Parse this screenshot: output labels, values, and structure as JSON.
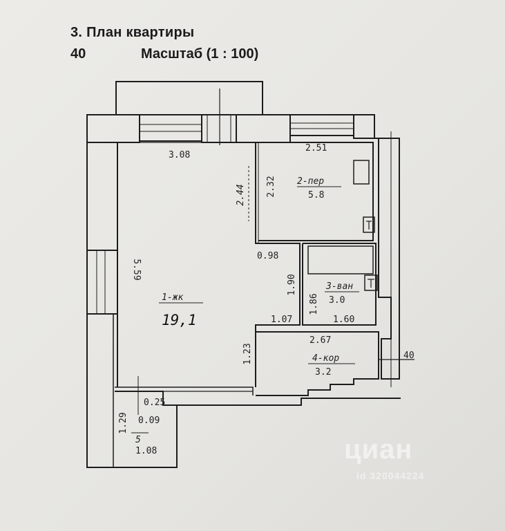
{
  "header": {
    "title": "3. План квартиры",
    "sheet_number": "40",
    "scale": "Масштаб (1 : 100)"
  },
  "plan": {
    "rooms": {
      "living": {
        "name": "1-жк",
        "area": "19,1"
      },
      "bedroom2": {
        "name": "2-пер",
        "area": "5.8"
      },
      "bathroom": {
        "name": "3-ван",
        "area": "3.0"
      },
      "corridor": {
        "name": "4-кор",
        "area": "3.2"
      },
      "balcony": {
        "name": "5",
        "area": "1.08"
      }
    },
    "dimensions": {
      "top_left": "3.08",
      "top_right": "2.51",
      "left_height": "5.59",
      "living_inner_height": "2.44",
      "room2_height": "2.32",
      "door_width": "0.98",
      "bath_height": "1.90",
      "bath_side": "1.86",
      "corr_left": "1.07",
      "bath_width": "1.60",
      "corr_width": "2.67",
      "lower_left": "1.23",
      "balcony_side": "1.29",
      "balcony_width": "0.09",
      "balcony_top": "0.25",
      "right_edge_number": "40"
    }
  },
  "watermark": {
    "logo": "циан",
    "listing_id": "id 320044224"
  },
  "colors": {
    "paper": "#e9e8e4",
    "ink": "#1a1a1a",
    "watermark": "#ffffff"
  }
}
